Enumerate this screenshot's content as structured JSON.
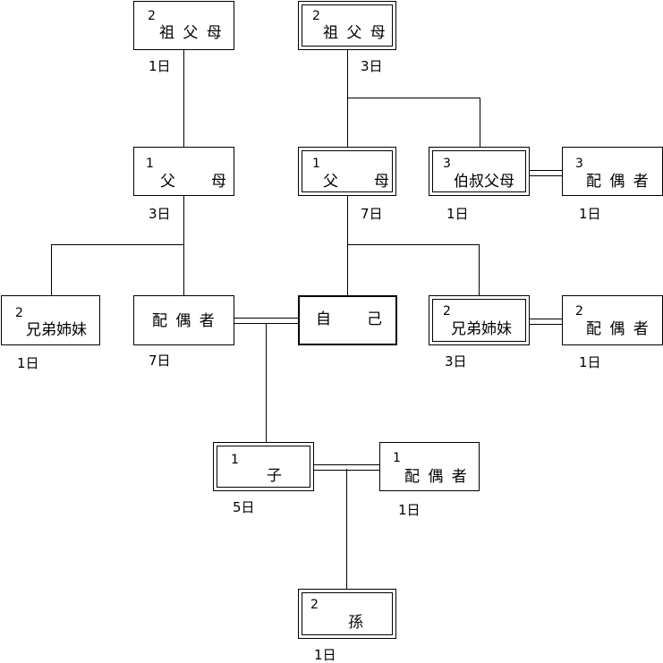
{
  "nodes": {
    "grandparents_left": {
      "degree": "2",
      "label": "祖 父 母",
      "days": "1日"
    },
    "grandparents_right": {
      "degree": "2",
      "label": "祖 父 母",
      "days": "3日"
    },
    "parents_left": {
      "degree": "1",
      "label": "父　　母",
      "days": "3日"
    },
    "parents_right": {
      "degree": "1",
      "label": "父　　母",
      "days": "7日"
    },
    "uncle_aunt": {
      "degree": "3",
      "label": "伯叔父母",
      "days": "1日"
    },
    "uncle_aunt_spouse": {
      "degree": "3",
      "label": "配 偶 者",
      "days": "1日"
    },
    "siblings_left": {
      "degree": "2",
      "label": "兄弟姉妹",
      "days": "1日"
    },
    "spouse": {
      "label": "配 偶 者",
      "days": "7日"
    },
    "self": {
      "label": "自　　己"
    },
    "siblings_right": {
      "degree": "2",
      "label": "兄弟姉妹",
      "days": "3日"
    },
    "sibling_spouse": {
      "degree": "2",
      "label": "配 偶 者",
      "days": "1日"
    },
    "child": {
      "degree": "1",
      "label": "子",
      "days": "5日"
    },
    "child_spouse": {
      "degree": "1",
      "label": "配 偶 者",
      "days": "1日"
    },
    "grandchild": {
      "degree": "2",
      "label": "孫",
      "days": "1日"
    }
  }
}
